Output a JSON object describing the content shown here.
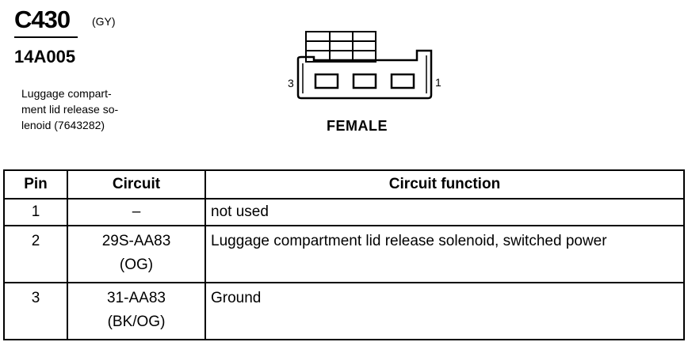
{
  "header": {
    "connector_id": "C430",
    "connector_color": "(GY)",
    "part_number": "14A005",
    "description": "Luggage compart-\nment lid release so-\nlenoid (7643282)"
  },
  "connector_view": {
    "left_pin_label": "3",
    "right_pin_label": "1",
    "gender": "FEMALE"
  },
  "table": {
    "headers": {
      "pin": "Pin",
      "circuit": "Circuit",
      "function": "Circuit function"
    },
    "rows": [
      {
        "pin": "1",
        "circuit_line1": "–",
        "circuit_line2": "",
        "function": "not used"
      },
      {
        "pin": "2",
        "circuit_line1": "29S-AA83",
        "circuit_line2": "(OG)",
        "function": "Luggage compartment lid release solenoid, switched power"
      },
      {
        "pin": "3",
        "circuit_line1": "31-AA83",
        "circuit_line2": "(BK/OG)",
        "function": "Ground"
      }
    ]
  }
}
